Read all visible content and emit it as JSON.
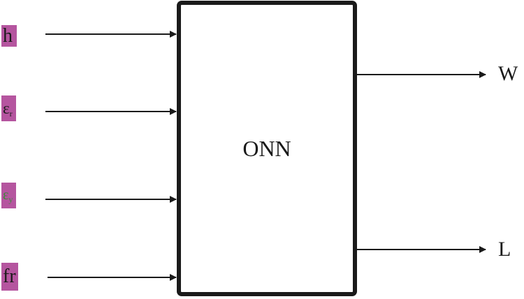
{
  "inputs": [
    {
      "id": "h",
      "label": "h"
    },
    {
      "id": "er",
      "symbol": "ε",
      "subscript": "r"
    },
    {
      "id": "ey",
      "symbol": "ε",
      "subscript": "y"
    },
    {
      "id": "fr",
      "label": "fr"
    }
  ],
  "block": {
    "label": "ONN"
  },
  "outputs": [
    {
      "id": "w",
      "label": "W"
    },
    {
      "id": "l",
      "label": "L"
    }
  ],
  "colors": {
    "input_highlight": "#b5559f",
    "stroke": "#1a1a1a",
    "green_text": "#3a8a3a"
  }
}
